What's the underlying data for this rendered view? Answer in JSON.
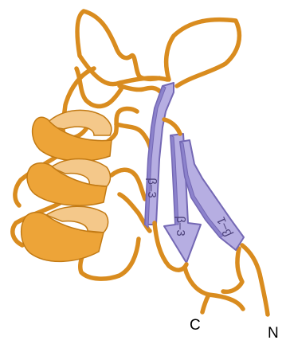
{
  "diagram": {
    "labels": {
      "strand_1": "β–1",
      "strand_2": "β–3",
      "strand_3": "β–3",
      "c_terminus": "C",
      "n_terminus": "N"
    },
    "colors": {
      "coil": "#d98c1f",
      "helix_front": "#eda438",
      "helix_back": "#f4c88a",
      "strand_fill": "#b6aee2",
      "strand_stroke": "#7468b4",
      "strand_label": "#4a3f78"
    }
  }
}
